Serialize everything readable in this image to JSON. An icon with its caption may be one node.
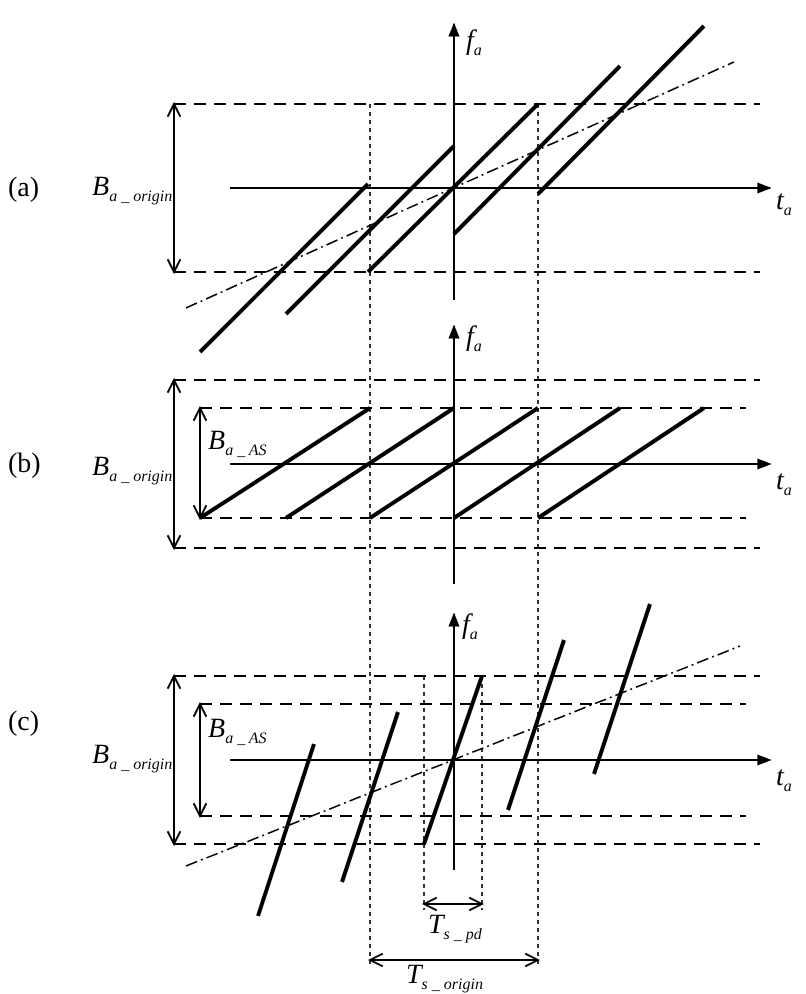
{
  "diagram": {
    "labels": [
      "f$_{a}$",
      "(a)",
      "B$_{a _ origin}$",
      "t$_{a}$",
      "f$_{a}$",
      "B$_{a _ AS}$",
      "(b)",
      "B$_{a _ origin}$",
      "t$_{a}$",
      "f$_{a}$",
      "(c)",
      "B$_{a _ AS}$",
      "B$_{a _ origin}$",
      "t$_{a}$",
      "T$_{s _ pd}$",
      "T$_{s _ origin}$"
    ]
  }
}
